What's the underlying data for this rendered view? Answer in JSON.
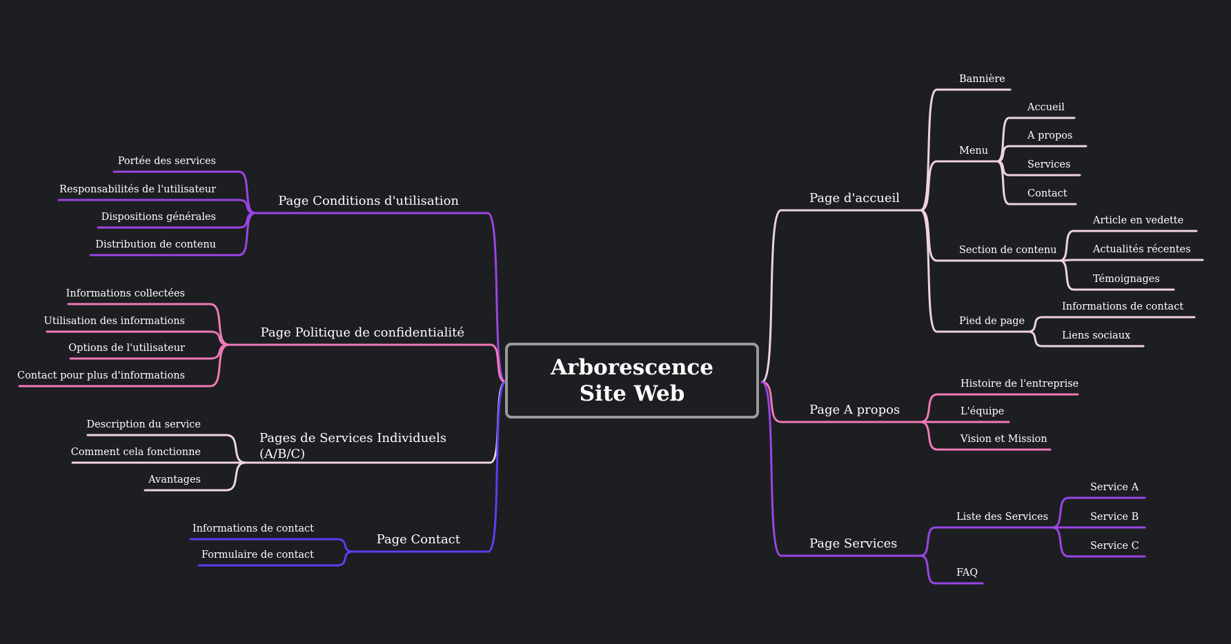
{
  "root": {
    "title": "Arborescence Site Web"
  },
  "colors": {
    "background": "#1d1e22",
    "light_pink": "#efd3e5",
    "pink": "#f07ab8",
    "purple": "#9b45e4",
    "blue": "#5a3ff0",
    "root_border": "#9a9a9a"
  },
  "right": [
    {
      "label": "Page d'accueil",
      "color": "#efd3e5",
      "children": [
        {
          "label": "Bannière",
          "children": []
        },
        {
          "label": "Menu",
          "children": [
            {
              "label": "Accueil"
            },
            {
              "label": "A propos"
            },
            {
              "label": "Services"
            },
            {
              "label": "Contact"
            }
          ]
        },
        {
          "label": "Section de contenu",
          "children": [
            {
              "label": "Article en vedette"
            },
            {
              "label": "Actualités récentes"
            },
            {
              "label": "Témoignages"
            }
          ]
        },
        {
          "label": "Pied de page",
          "children": [
            {
              "label": "Informations de contact"
            },
            {
              "label": "Liens sociaux"
            }
          ]
        }
      ]
    },
    {
      "label": "Page A propos",
      "color": "#f07ab8",
      "children": [
        {
          "label": "Histoire de l'entreprise",
          "children": []
        },
        {
          "label": "L'équipe",
          "children": []
        },
        {
          "label": "Vision et Mission",
          "children": []
        }
      ]
    },
    {
      "label": "Page Services",
      "color": "#9b45e4",
      "children": [
        {
          "label": "Liste des Services",
          "children": [
            {
              "label": "Service A"
            },
            {
              "label": "Service B"
            },
            {
              "label": "Service C"
            }
          ]
        },
        {
          "label": "FAQ",
          "children": []
        }
      ]
    }
  ],
  "left": [
    {
      "label": "Page Conditions d'utilisation",
      "color": "#9b45e4",
      "children": [
        {
          "label": "Portée des services"
        },
        {
          "label": "Responsabilités de l'utilisateur"
        },
        {
          "label": "Dispositions générales"
        },
        {
          "label": "Distribution de contenu"
        }
      ]
    },
    {
      "label": "Page Politique de confidentialité",
      "color": "#f07ab8",
      "children": [
        {
          "label": "Informations collectées"
        },
        {
          "label": "Utilisation des informations"
        },
        {
          "label": "Options de l'utilisateur"
        },
        {
          "label": "Contact pour plus d'informations"
        }
      ]
    },
    {
      "label": "Pages de Services Individuels (A/B/C)",
      "color": "#efd3e5",
      "children": [
        {
          "label": "Description du service"
        },
        {
          "label": "Comment cela fonctionne"
        },
        {
          "label": "Avantages"
        }
      ]
    },
    {
      "label": "Page Contact",
      "color": "#5a3ff0",
      "children": [
        {
          "label": "Informations de contact"
        },
        {
          "label": "Formulaire de contact"
        }
      ]
    }
  ]
}
